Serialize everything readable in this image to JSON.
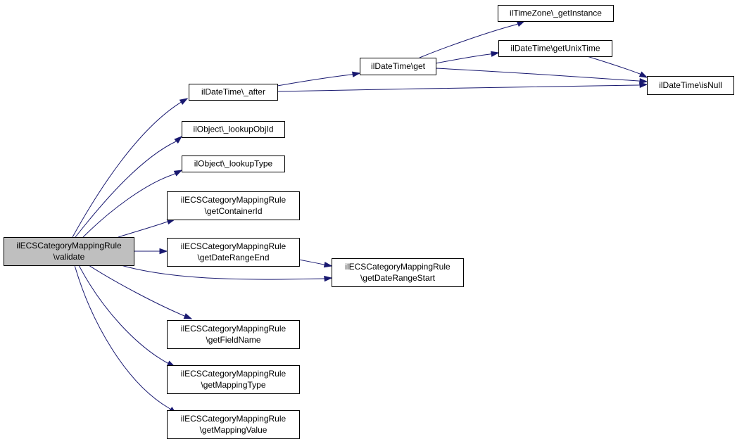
{
  "colors": {
    "edge": "#191970",
    "node_fill": "#ffffff",
    "root_fill": "#bfbfbf",
    "node_border": "#000000"
  },
  "nodes": [
    {
      "id": "validate",
      "lines": [
        "ilECSCategoryMappingRule",
        "\\validate"
      ],
      "highlighted": true
    },
    {
      "id": "after",
      "lines": [
        "ilDateTime\\_after"
      ]
    },
    {
      "id": "lookupObjId",
      "lines": [
        "ilObject\\_lookupObjId"
      ]
    },
    {
      "id": "lookupType",
      "lines": [
        "ilObject\\_lookupType"
      ]
    },
    {
      "id": "getContainerId",
      "lines": [
        "ilECSCategoryMappingRule",
        "\\getContainerId"
      ]
    },
    {
      "id": "getDateRangeEnd",
      "lines": [
        "ilECSCategoryMappingRule",
        "\\getDateRangeEnd"
      ]
    },
    {
      "id": "getDateRangeStart",
      "lines": [
        "ilECSCategoryMappingRule",
        "\\getDateRangeStart"
      ]
    },
    {
      "id": "getFieldName",
      "lines": [
        "ilECSCategoryMappingRule",
        "\\getFieldName"
      ]
    },
    {
      "id": "getMappingType",
      "lines": [
        "ilECSCategoryMappingRule",
        "\\getMappingType"
      ]
    },
    {
      "id": "getMappingValue",
      "lines": [
        "ilECSCategoryMappingRule",
        "\\getMappingValue"
      ]
    },
    {
      "id": "get",
      "lines": [
        "ilDateTime\\get"
      ]
    },
    {
      "id": "getInstance",
      "lines": [
        "ilTimeZone\\_getInstance"
      ]
    },
    {
      "id": "getUnixTime",
      "lines": [
        "ilDateTime\\getUnixTime"
      ]
    },
    {
      "id": "isNull",
      "lines": [
        "ilDateTime\\isNull"
      ]
    }
  ],
  "edges": [
    {
      "from": "validate",
      "to": "after"
    },
    {
      "from": "validate",
      "to": "lookupObjId"
    },
    {
      "from": "validate",
      "to": "lookupType"
    },
    {
      "from": "validate",
      "to": "getContainerId"
    },
    {
      "from": "validate",
      "to": "getDateRangeEnd"
    },
    {
      "from": "validate",
      "to": "getDateRangeStart"
    },
    {
      "from": "validate",
      "to": "getFieldName"
    },
    {
      "from": "validate",
      "to": "getMappingType"
    },
    {
      "from": "validate",
      "to": "getMappingValue"
    },
    {
      "from": "after",
      "to": "get"
    },
    {
      "from": "after",
      "to": "isNull"
    },
    {
      "from": "get",
      "to": "getInstance"
    },
    {
      "from": "get",
      "to": "getUnixTime"
    },
    {
      "from": "get",
      "to": "isNull"
    },
    {
      "from": "getUnixTime",
      "to": "isNull"
    },
    {
      "from": "getDateRangeEnd",
      "to": "getDateRangeStart"
    }
  ]
}
